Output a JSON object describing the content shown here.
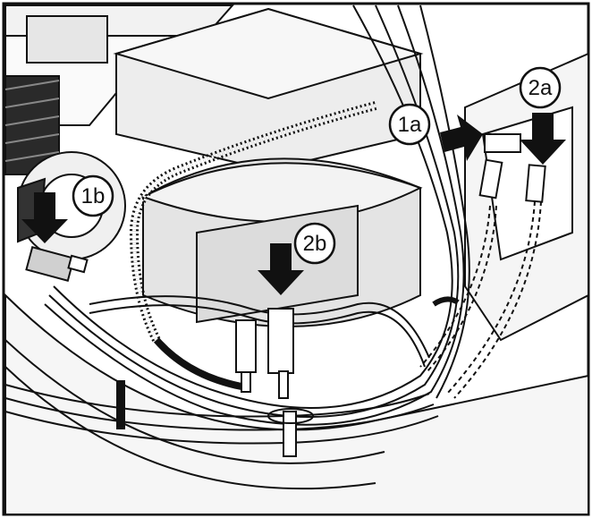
{
  "callouts": {
    "c1a": "1a",
    "c1b": "1b",
    "c2a": "2a",
    "c2b": "2b"
  },
  "colors": {
    "ink": "#111111",
    "shade_light": "#e9e9e9",
    "shade_mid": "#cfcfcf",
    "shade_dark": "#222222",
    "paper": "#ffffff"
  }
}
